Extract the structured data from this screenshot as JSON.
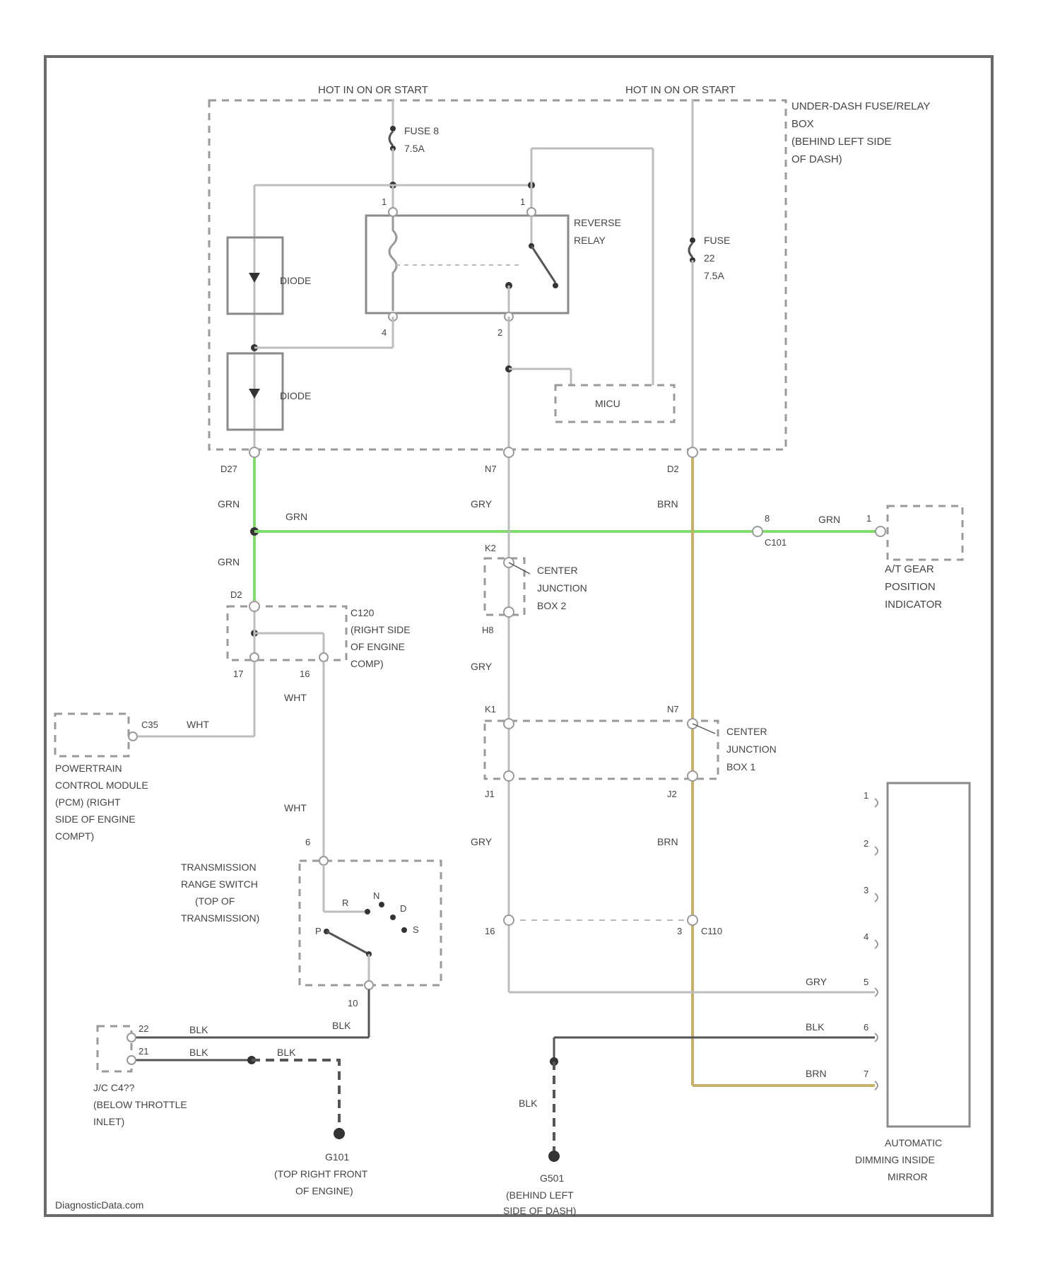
{
  "power": {
    "left": "HOT IN ON OR START",
    "right": "HOT IN ON OR START"
  },
  "fusebox": {
    "label": [
      "UNDER-DASH FUSE/RELAY",
      "BOX",
      "(BEHIND LEFT SIDE",
      "OF DASH)"
    ],
    "fuse_a": [
      "FUSE 8",
      "7.5A"
    ],
    "fuse_b": [
      "FUSE",
      "22",
      "7.5A"
    ],
    "reverse_relay": [
      "REVERSE",
      "RELAY"
    ],
    "diode_top": "DIODE",
    "diode_bottom": "DIODE",
    "mcu": "MICU",
    "relay_pins": {
      "p1a": "1",
      "p1b": "1",
      "p4": "4",
      "p2": "2"
    }
  },
  "connectors": {
    "c_gry_top": "D27",
    "c_mid_top": "N7",
    "c_right_top": "D2",
    "d2_left": "D2",
    "k2": "K2",
    "h8": "H8",
    "c101": "C101",
    "k1": "K1",
    "n7": "N7",
    "j1": "J1",
    "j2": "J2",
    "c120_pin17": "17",
    "c120_pin16": "16",
    "c120_pin": "C120",
    "pcm_pin": "C35",
    "trs_pin6": "6",
    "trs_pin10": "10",
    "c110_pin16": "16",
    "c110_pin3": "3",
    "c110": "C110",
    "gear_pin8": "8",
    "gear_pin1": "1"
  },
  "wires": {
    "grn": "GRN",
    "gry": "GRY",
    "brn": "BRN",
    "wht": "WHT",
    "blk": "BLK"
  },
  "components": {
    "gear_indicator": [
      "A/T GEAR",
      "POSITION",
      "INDICATOR"
    ],
    "center_jb2": [
      "CENTER",
      "JUNCTION",
      "BOX 2"
    ],
    "center_jb1": [
      "CENTER",
      "JUNCTION",
      "BOX 1"
    ],
    "c120_desc": [
      "(RIGHT SIDE",
      "OF ENGINE",
      "COMP)"
    ],
    "pcm": [
      "POWERTRAIN",
      "CONTROL MODULE",
      "(PCM) (RIGHT",
      "SIDE OF ENGINE",
      "COMPT)"
    ],
    "trs": [
      "TRANSMISSION",
      "RANGE SWITCH",
      "(TOP OF",
      "TRANSMISSION)"
    ],
    "trs_positions": [
      "P",
      "R",
      "N",
      "D",
      "S"
    ],
    "jc": [
      "J/C C4??",
      "(BELOW THROTTLE",
      "INLET)"
    ],
    "jc_pins": [
      "22",
      "21"
    ],
    "g101": [
      "G101",
      "(TOP RIGHT FRONT",
      "OF ENGINE)"
    ],
    "g501": [
      "G501",
      "(BEHIND LEFT",
      "SIDE OF DASH)"
    ],
    "mirror": [
      "AUTOMATIC",
      "DIMMING INSIDE",
      "MIRROR"
    ],
    "mirror_pins": [
      "1",
      "2",
      "3",
      "4",
      "5",
      "6",
      "7"
    ]
  },
  "footer": "DiagnosticData.com",
  "colors": {
    "grn_wire": "#7ddc6c",
    "brn_wire": "#c8b06a",
    "gry_wire": "#bdbdbd",
    "blk_wire": "#555555"
  }
}
